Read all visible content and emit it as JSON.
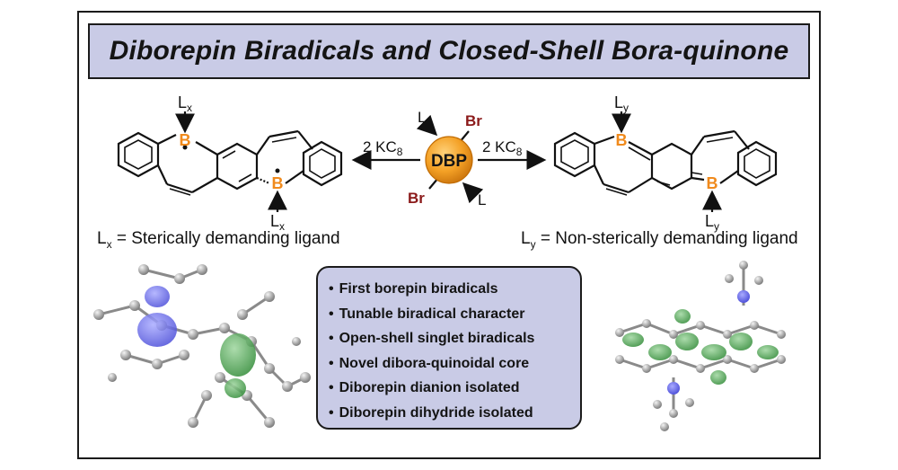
{
  "title": "Diborepin Biradicals and Closed-Shell Bora-quinone",
  "center_label": "DBP",
  "center_substituents": {
    "ligand": "L",
    "halogen": "Br"
  },
  "reagent_left": "2 KC",
  "reagent_right": "2 KC",
  "reagent_sub": "8",
  "atom_boron": "B",
  "ligand_x_main": "L",
  "ligand_x_sub": "x",
  "ligand_y_main": "L",
  "ligand_y_sub": "y",
  "caption_left_main": "L",
  "caption_left_sub": "x",
  "caption_left_rest": " = Sterically demanding ligand",
  "caption_right_main": "L",
  "caption_right_sub": "y",
  "caption_right_rest": " = Non-sterically demanding ligand",
  "highlights": [
    "First borepin biradicals",
    "Tunable biradical character",
    "Open-shell singlet biradicals",
    "Novel dibora-quinoidal core",
    "Diborepin dianion isolated",
    "Diborepin dihydride isolated"
  ],
  "colors": {
    "title_bg": "#c9cbe6",
    "boron": "#f08a1c",
    "bromine": "#8b1a1a",
    "dbp_orange": "#f4a126",
    "spin_blue": "#5a5ce0",
    "spin_green": "#3f9a3f"
  }
}
